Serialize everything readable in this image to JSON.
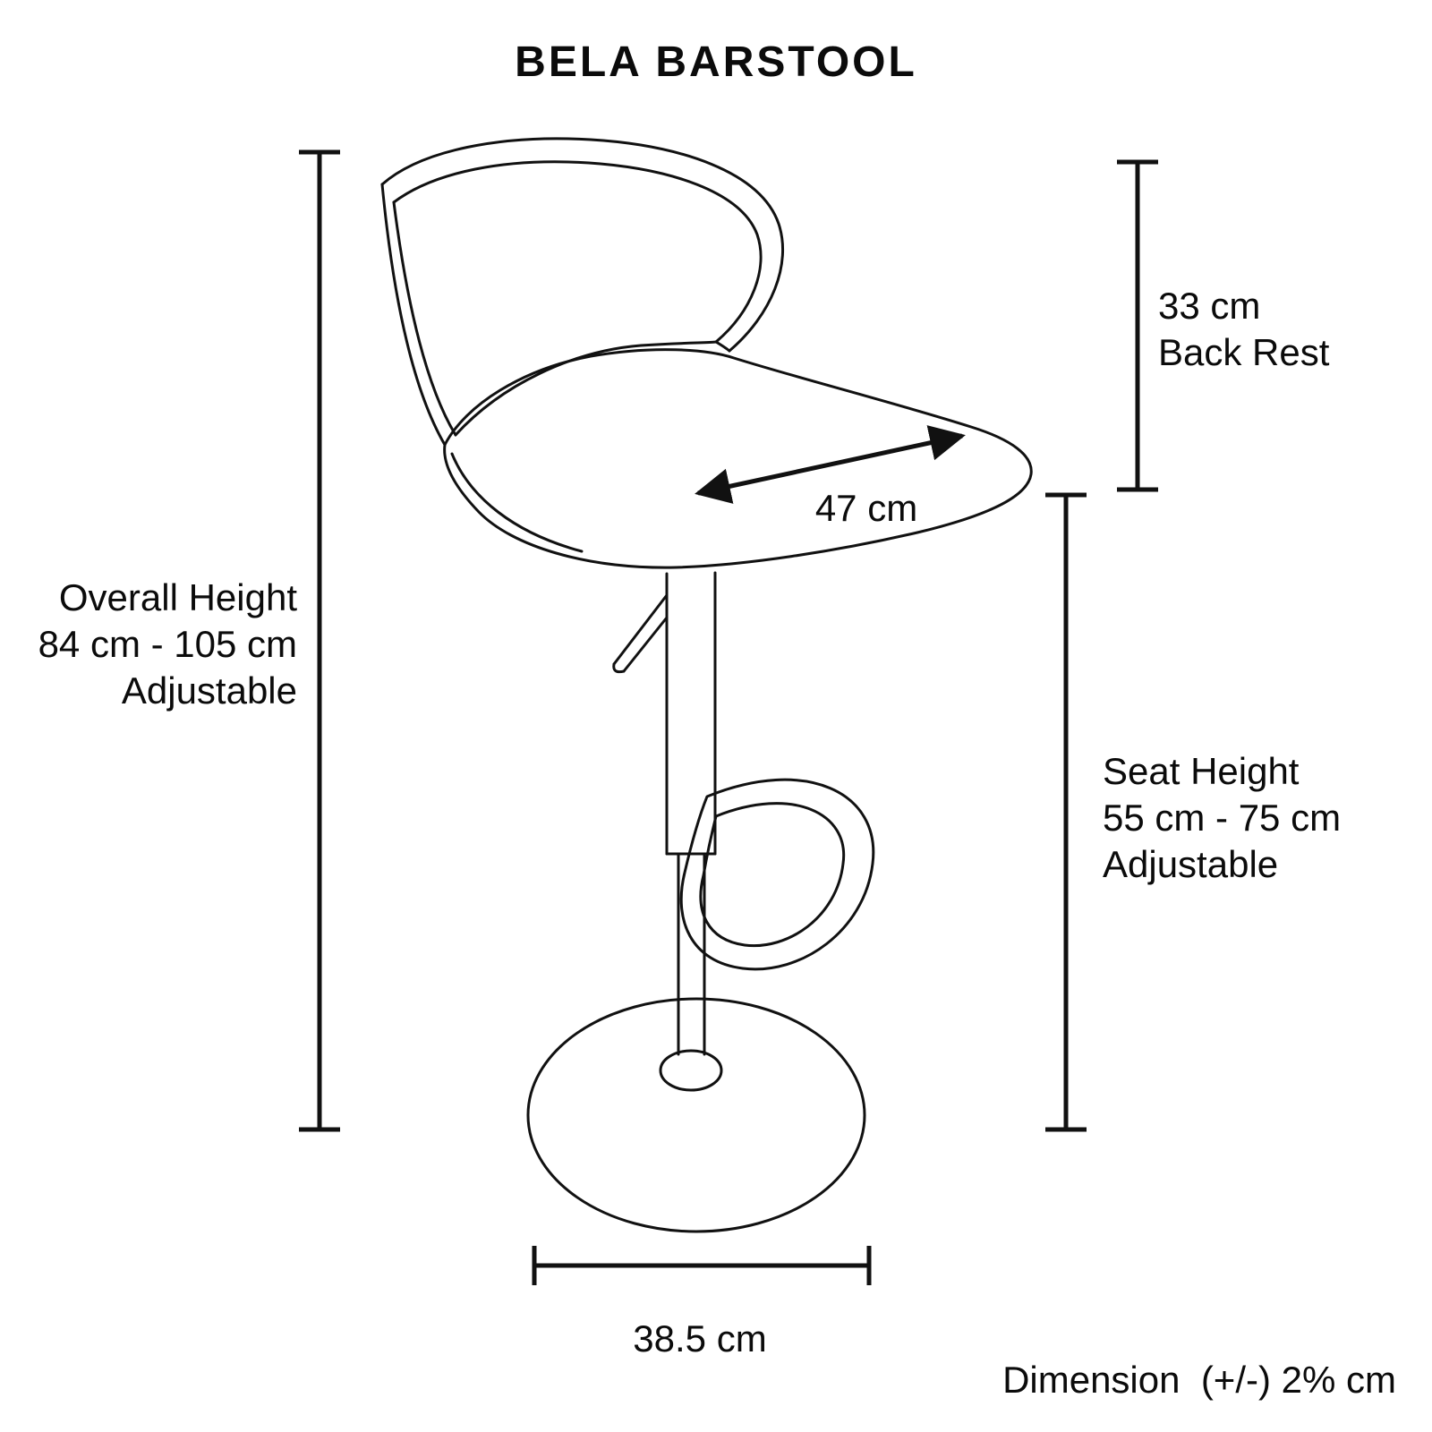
{
  "title": "BELA BARSTOOL",
  "labels": {
    "overall_height": [
      "Overall Height",
      "84 cm - 105 cm",
      "Adjustable"
    ],
    "back_rest": [
      "33 cm",
      "Back Rest"
    ],
    "seat_height": [
      "Seat Height",
      "55 cm - 75 cm",
      "Adjustable"
    ],
    "seat_depth": "47 cm",
    "base_width": "38.5 cm",
    "tolerance": "Dimension  (+/-) 2% cm"
  },
  "colors": {
    "line": "#111111",
    "text": "#0b0b0b",
    "background": "#ffffff"
  },
  "diagram": {
    "type": "product-dimension-diagram",
    "product": "barstool",
    "measurements": [
      {
        "name": "overall-height",
        "value_range_cm": [
          84,
          105
        ],
        "adjustable": true
      },
      {
        "name": "back-rest-height",
        "value_cm": 33
      },
      {
        "name": "seat-height",
        "value_range_cm": [
          55,
          75
        ],
        "adjustable": true
      },
      {
        "name": "seat-depth",
        "value_cm": 47
      },
      {
        "name": "base-diameter",
        "value_cm": 38.5
      },
      {
        "name": "tolerance",
        "value": "(+/-) 2% cm"
      }
    ]
  }
}
